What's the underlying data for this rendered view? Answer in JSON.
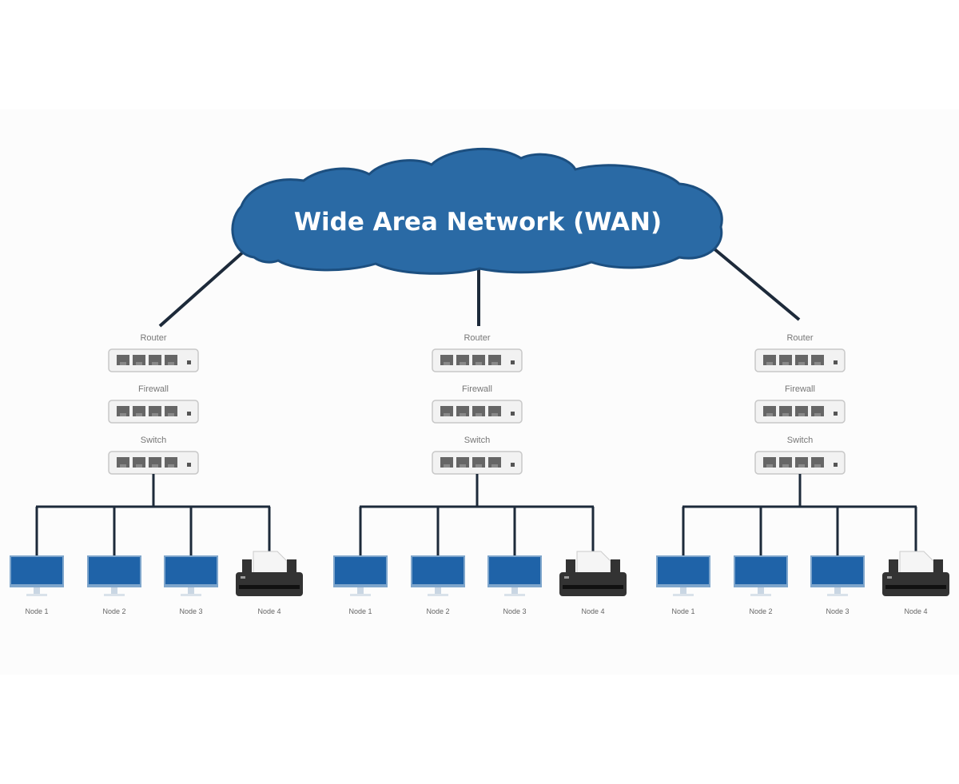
{
  "title": "Wide Area Network (WAN)",
  "colors": {
    "cloud_fill": "#2a6aa5",
    "cloud_stroke": "#1c4f80",
    "link_line": "#1d2a3a",
    "monitor_screen": "#1f63a8",
    "monitor_bezel": "#7fa6cc",
    "printer_body": "#333333",
    "device_box": "#f2f2f2",
    "device_port": "#666666"
  },
  "sites": [
    {
      "name": "site-1",
      "devices": [
        {
          "type": "router",
          "label": "Router"
        },
        {
          "type": "firewall",
          "label": "Firewall"
        },
        {
          "type": "switch",
          "label": "Switch"
        }
      ],
      "nodes": [
        {
          "type": "computer",
          "label": "Node 1"
        },
        {
          "type": "computer",
          "label": "Node 2"
        },
        {
          "type": "computer",
          "label": "Node 3"
        },
        {
          "type": "printer",
          "label": "Node 4"
        }
      ]
    },
    {
      "name": "site-2",
      "devices": [
        {
          "type": "router",
          "label": "Router"
        },
        {
          "type": "firewall",
          "label": "Firewall"
        },
        {
          "type": "switch",
          "label": "Switch"
        }
      ],
      "nodes": [
        {
          "type": "computer",
          "label": "Node 1"
        },
        {
          "type": "computer",
          "label": "Node 2"
        },
        {
          "type": "computer",
          "label": "Node 3"
        },
        {
          "type": "printer",
          "label": "Node 4"
        }
      ]
    },
    {
      "name": "site-3",
      "devices": [
        {
          "type": "router",
          "label": "Router"
        },
        {
          "type": "firewall",
          "label": "Firewall"
        },
        {
          "type": "switch",
          "label": "Switch"
        }
      ],
      "nodes": [
        {
          "type": "computer",
          "label": "Node 1"
        },
        {
          "type": "computer",
          "label": "Node 2"
        },
        {
          "type": "computer",
          "label": "Node 3"
        },
        {
          "type": "printer",
          "label": "Node 4"
        }
      ]
    }
  ]
}
